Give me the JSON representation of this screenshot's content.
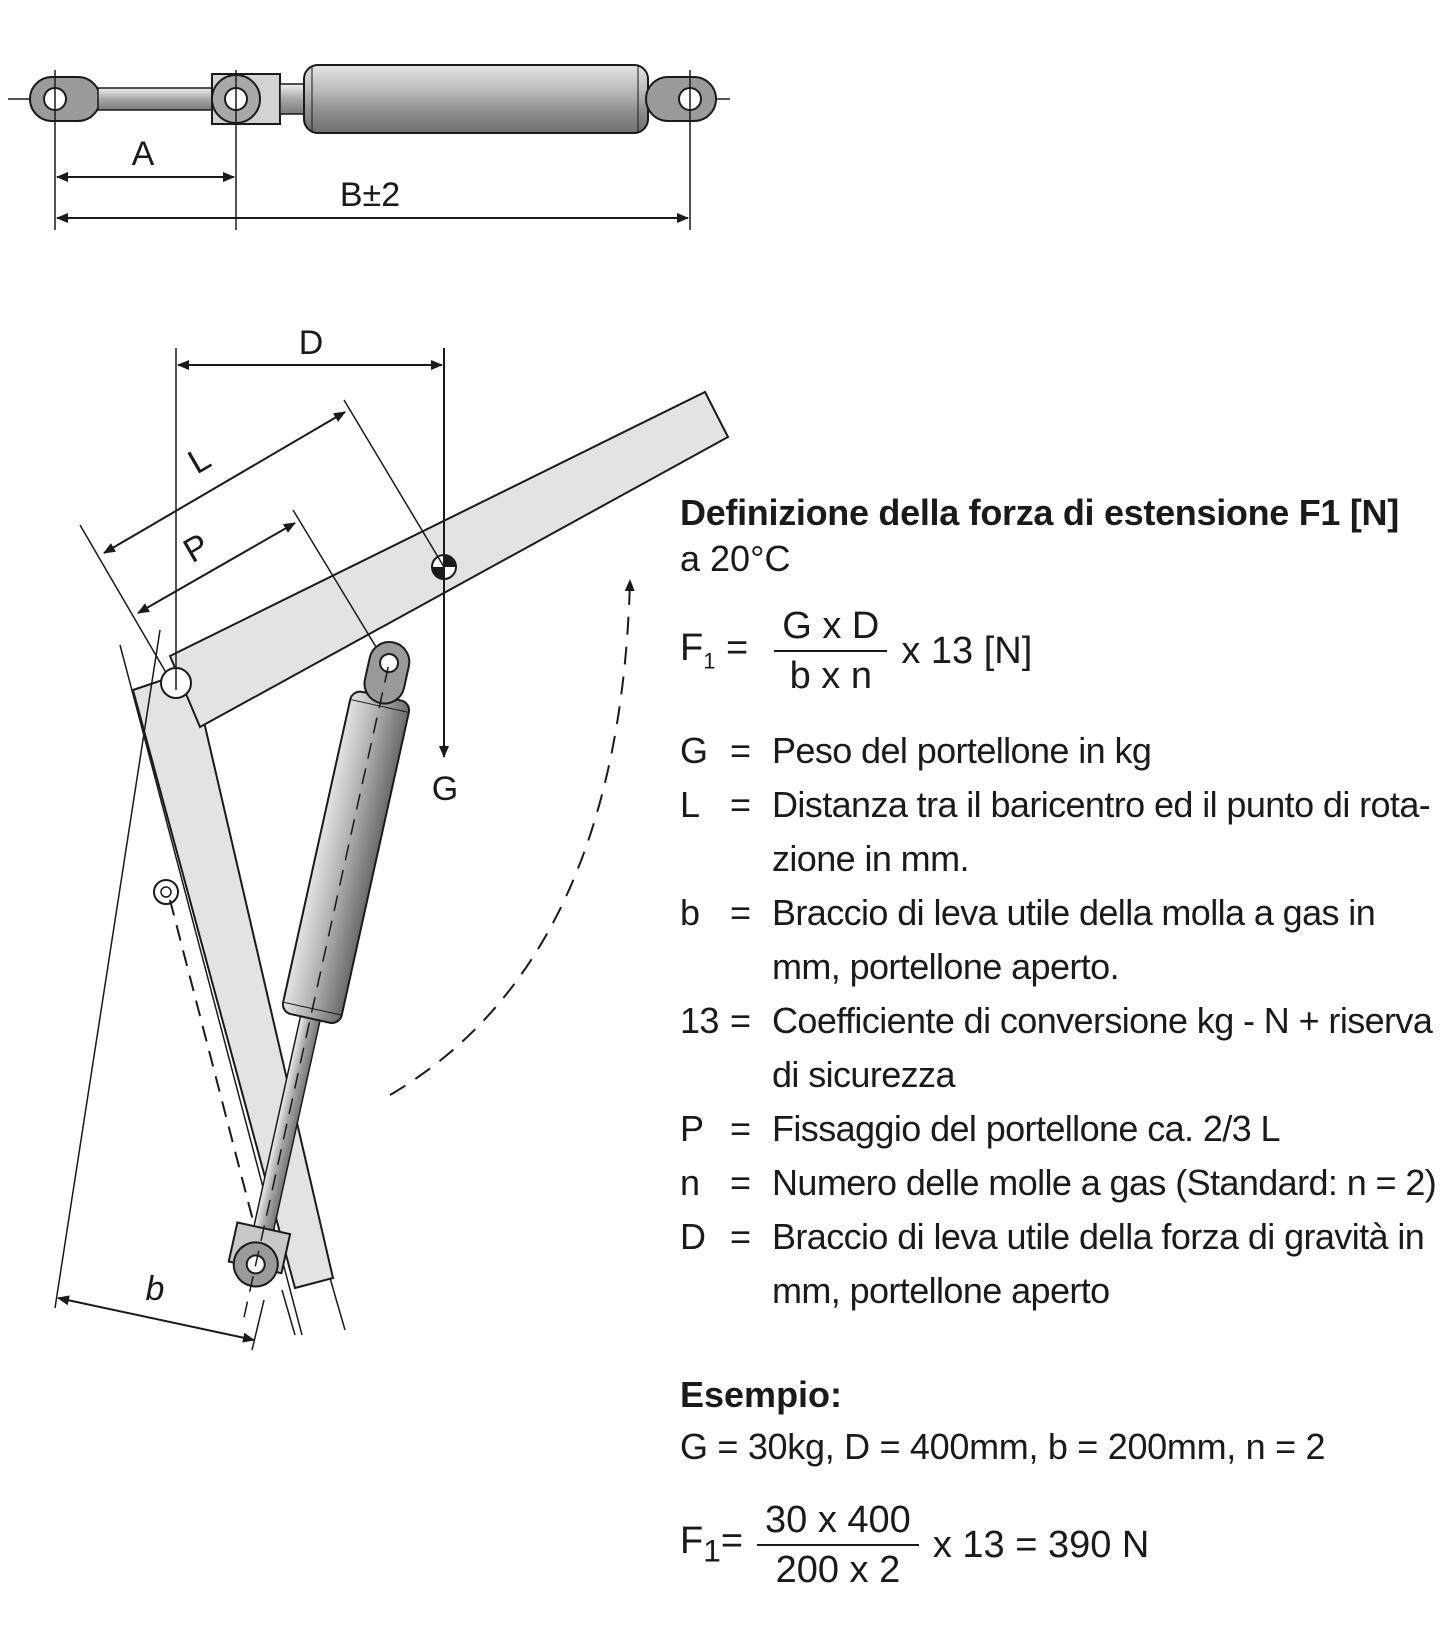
{
  "diagram": {
    "labels": {
      "A": "A",
      "B": "B±2",
      "D": "D",
      "L": "L",
      "P": "P",
      "G": "G",
      "b": "b"
    }
  },
  "text": {
    "heading": "Definizione della forza di estensione F1 [N]",
    "subheading": "a 20°C",
    "formula": {
      "lhs": "F",
      "lhs_sub": "1",
      "equals": "=",
      "numerator": "G x D",
      "denominator": "b x n",
      "suffix": "x 13 [N]"
    },
    "definitions": [
      {
        "symbol": "G",
        "eq": "=",
        "text": "Peso del portellone in kg"
      },
      {
        "symbol": "L",
        "eq": "=",
        "text": "Distanza tra il baricentro ed il punto di rota-zione in mm."
      },
      {
        "symbol": "b",
        "eq": "=",
        "text": "Braccio di leva utile della molla a gas in mm, portellone aperto."
      },
      {
        "symbol": "13",
        "eq": "=",
        "text": "Coefficiente di conversione kg - N + riserva di sicurezza"
      },
      {
        "symbol": "P",
        "eq": "=",
        "text": "Fissaggio del portellone ca. 2/3 L"
      },
      {
        "symbol": "n",
        "eq": "=",
        "text": "Numero delle molle a gas (Standard: n = 2)"
      },
      {
        "symbol": "D",
        "eq": "=",
        "text": "Braccio di leva utile della forza di gravità in mm, portellone aperto"
      }
    ],
    "example": {
      "title": "Esempio:",
      "values": "G = 30kg, D = 400mm, b = 200mm, n = 2",
      "formula": {
        "lhs": "F",
        "lhs_sub": "1",
        "equals": "=",
        "numerator": "30 x 400",
        "denominator": "200 x 2",
        "suffix": "x 13 = 390 N"
      }
    }
  }
}
